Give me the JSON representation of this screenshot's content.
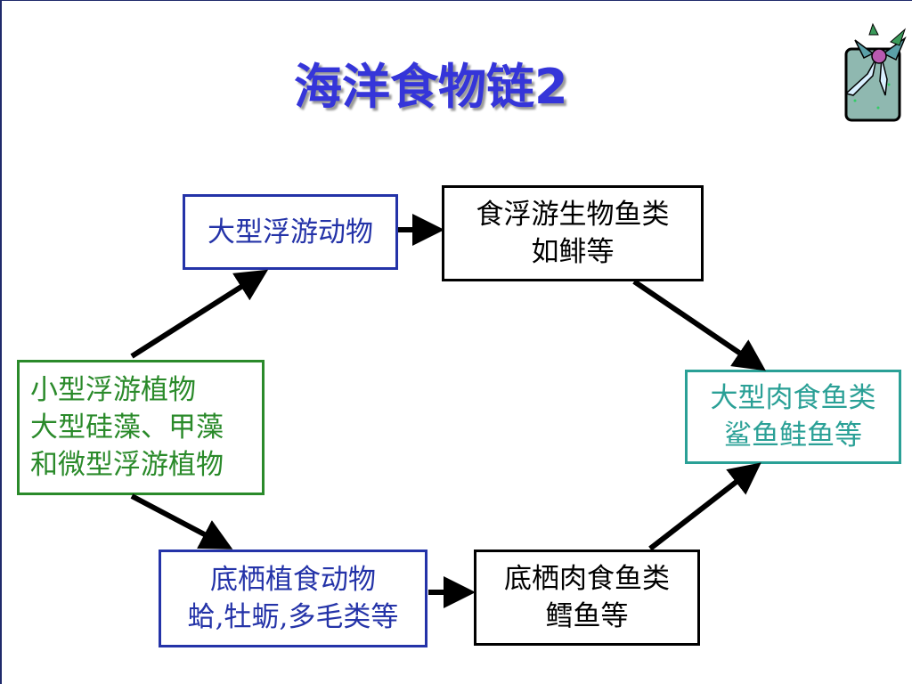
{
  "slide": {
    "title": "海洋食物链2"
  },
  "diagram": {
    "nodes": {
      "large_zooplankton": {
        "lines": [
          "大型浮游动物"
        ]
      },
      "planktivorous_fish": {
        "lines": [
          "食浮游生物鱼类",
          "如鲱等"
        ]
      },
      "phytoplankton": {
        "lines": [
          "小型浮游植物",
          "大型硅藻、甲藻",
          "和微型浮游植物"
        ]
      },
      "large_carnivorous_fish": {
        "lines": [
          "大型肉食鱼类",
          "鲨鱼鲑鱼等"
        ]
      },
      "benthic_herbivores": {
        "lines": [
          "底栖植食动物",
          "蛤,牡蛎,多毛类等"
        ]
      },
      "benthic_carnivorous_fish": {
        "lines": [
          "底栖肉食鱼类",
          "鳕鱼等"
        ]
      }
    },
    "edges": [
      {
        "from": "phytoplankton",
        "to": "large_zooplankton"
      },
      {
        "from": "large_zooplankton",
        "to": "planktivorous_fish"
      },
      {
        "from": "planktivorous_fish",
        "to": "large_carnivorous_fish"
      },
      {
        "from": "phytoplankton",
        "to": "benthic_herbivores"
      },
      {
        "from": "benthic_herbivores",
        "to": "benthic_carnivorous_fish"
      },
      {
        "from": "benthic_carnivorous_fish",
        "to": "large_carnivorous_fish"
      }
    ],
    "colors": {
      "title": "#3535d9",
      "blue_box": "#2433a8",
      "green_box": "#2a8a2a",
      "teal_box": "#2aa096",
      "black_box": "#000000",
      "arrow": "#000000"
    }
  },
  "decorations": {
    "corner_icon": "ribbon-bow-icon"
  }
}
